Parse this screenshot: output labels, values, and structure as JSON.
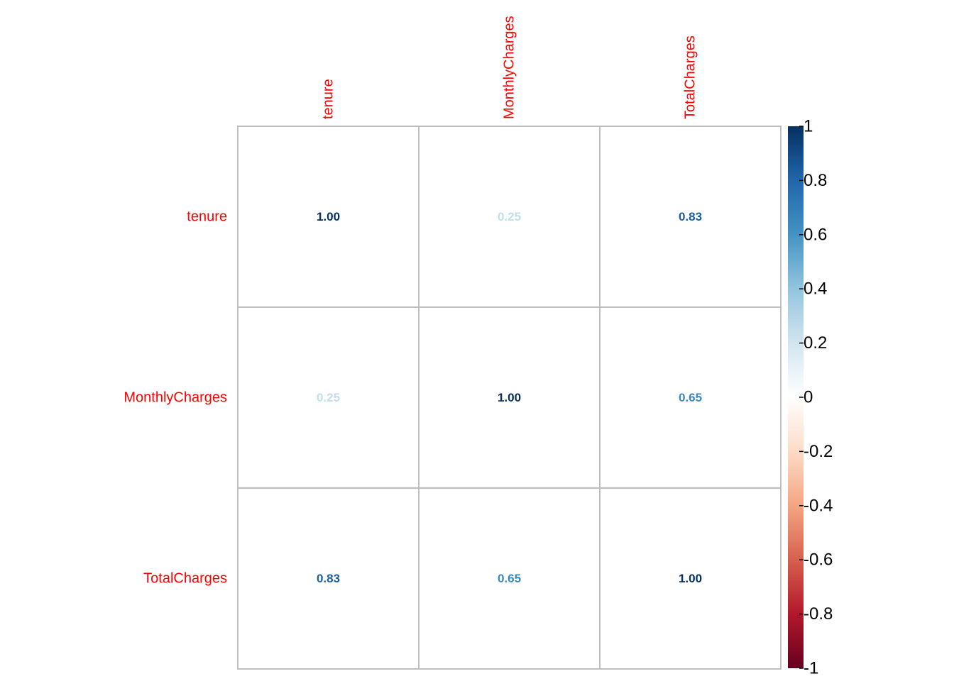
{
  "chart_data": {
    "type": "heatmap",
    "variables": [
      "tenure",
      "MonthlyCharges",
      "TotalCharges"
    ],
    "matrix": [
      [
        1.0,
        0.25,
        0.83
      ],
      [
        0.25,
        1.0,
        0.65
      ],
      [
        0.83,
        0.65,
        1.0
      ]
    ],
    "cell_labels": [
      [
        "1.00",
        "0.25",
        "0.83"
      ],
      [
        "0.25",
        "1.00",
        "0.65"
      ],
      [
        "0.83",
        "0.65",
        "1.00"
      ]
    ],
    "colorbar": {
      "range": [
        -1,
        1
      ],
      "ticks": [
        1,
        0.8,
        0.6,
        0.4,
        0.2,
        0,
        -0.2,
        -0.4,
        -0.6,
        -0.8,
        -1
      ],
      "tick_labels": [
        "1",
        "0.8",
        "0.6",
        "0.4",
        "0.2",
        "0",
        "-0.2",
        "-0.4",
        "-0.6",
        "-0.8",
        "-1"
      ],
      "palette": [
        "#67001F",
        "#B2182B",
        "#D6604D",
        "#F4A582",
        "#FDDBC7",
        "#FFFFFF",
        "#D1E5F0",
        "#92C5DE",
        "#4393C3",
        "#2166AC",
        "#053061"
      ]
    },
    "label_color": "#FF0000",
    "grid_color": "#BEBEBE",
    "legend_position": "right",
    "title": "",
    "xlabel": "",
    "ylabel": ""
  }
}
